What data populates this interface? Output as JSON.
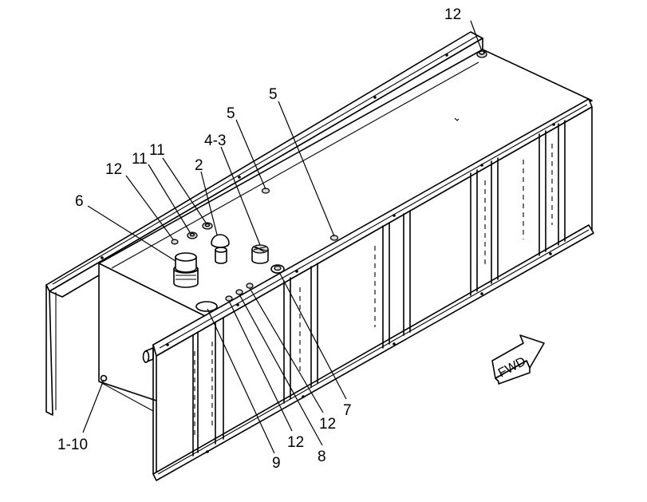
{
  "diagram": {
    "callouts": [
      {
        "id": "c12-top",
        "label": "12"
      },
      {
        "id": "c5-a",
        "label": "5"
      },
      {
        "id": "c5-b",
        "label": "5"
      },
      {
        "id": "c4-3",
        "label": "4-3"
      },
      {
        "id": "c11-a",
        "label": "11"
      },
      {
        "id": "c11-b",
        "label": "11"
      },
      {
        "id": "c2",
        "label": "2"
      },
      {
        "id": "c12-left",
        "label": "12"
      },
      {
        "id": "c6",
        "label": "6"
      },
      {
        "id": "c1-10",
        "label": "1-10"
      },
      {
        "id": "c9",
        "label": "9"
      },
      {
        "id": "c12-bottom",
        "label": "12"
      },
      {
        "id": "c8",
        "label": "8"
      },
      {
        "id": "c12-right",
        "label": "12"
      },
      {
        "id": "c7",
        "label": "7"
      }
    ],
    "direction_arrow": {
      "label": "FWD"
    }
  }
}
